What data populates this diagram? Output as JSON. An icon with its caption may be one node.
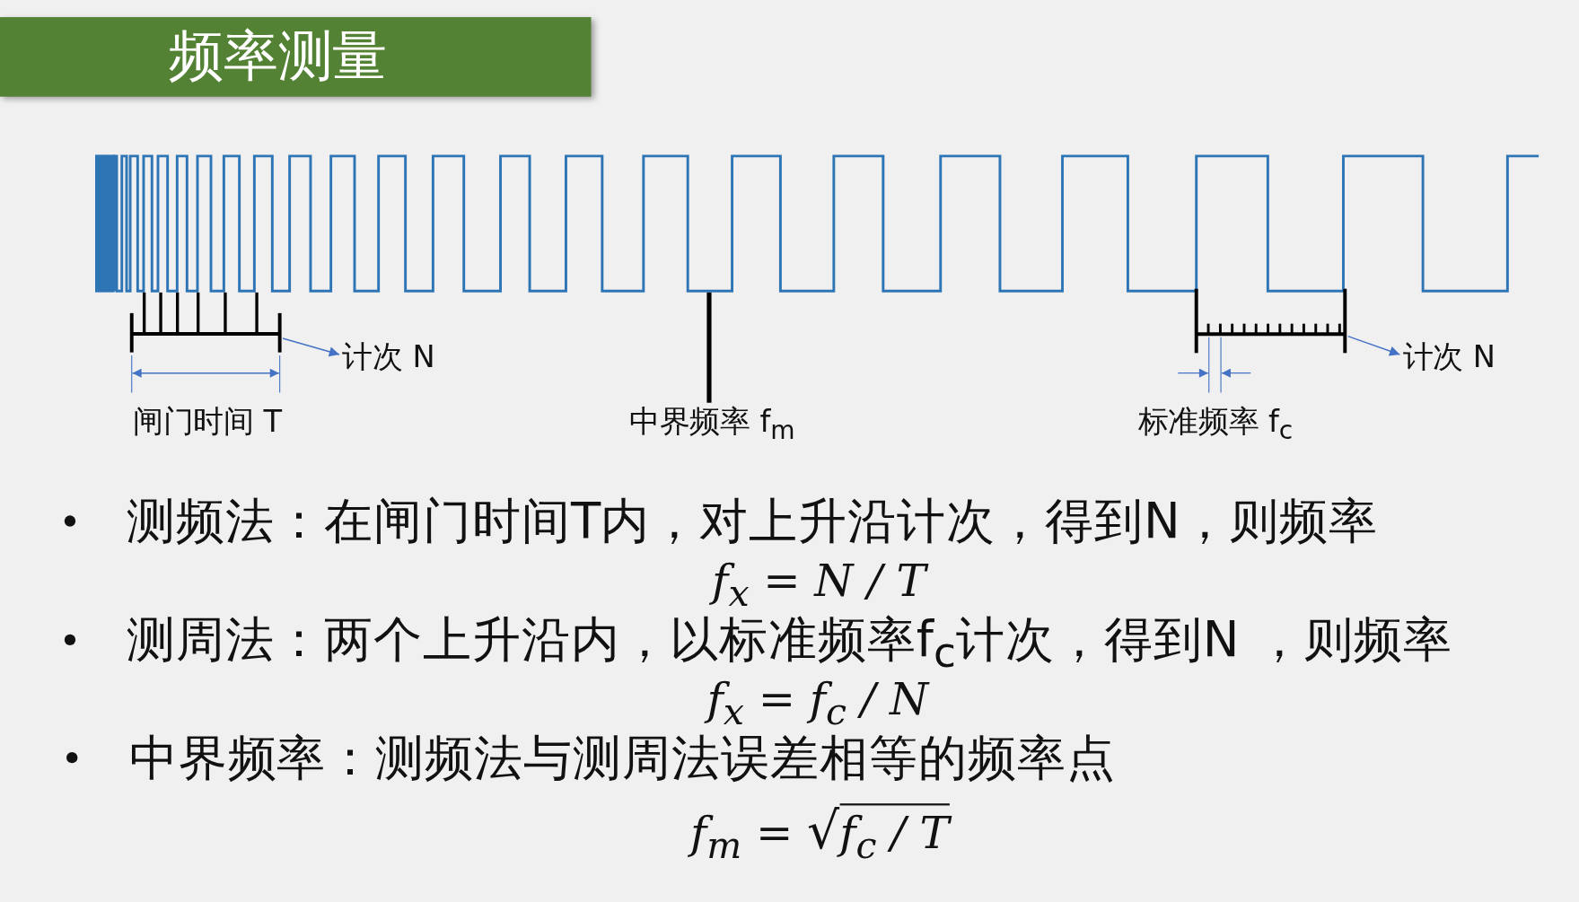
{
  "diagram": {
    "title": "频率测量",
    "nodes": [
      {
        "text": [],
        "shape": "bar"
      },
      {
        "text": [
          "计次 N"
        ]
      },
      {
        "text": [
          "中界频率 f$_{m}$"
        ]
      },
      {
        "text": [],
        "shape": "bar"
      },
      {
        "text": [
          "计次 N"
        ]
      }
    ],
    "edges": [
      {
        "from": 0,
        "to": 1,
        "arrow": "to"
      },
      {
        "from": 2,
        "to": null,
        "arrow": "none",
        "style": "thick",
        "color": "#000000"
      },
      {
        "from": 3,
        "to": 4,
        "arrow": "to"
      }
    ],
    "labels": [
      "闸门时间 T",
      "标准频率 f$_{c}$",
      "测频法：在闸门时间T内，对上升沿计次，得到N，则频率",
      "f$_{x}$ = N / T",
      "测周法：两个上升沿内，以标准频率f$_{c}$计次，得到N ，则频率",
      "f$_{x}$ = f$_{c}$ / N",
      "中界频率：测频法与测周法误差相等的频率点",
      "f$_{m}$ = √f$_{c}$ / T"
    ]
  }
}
